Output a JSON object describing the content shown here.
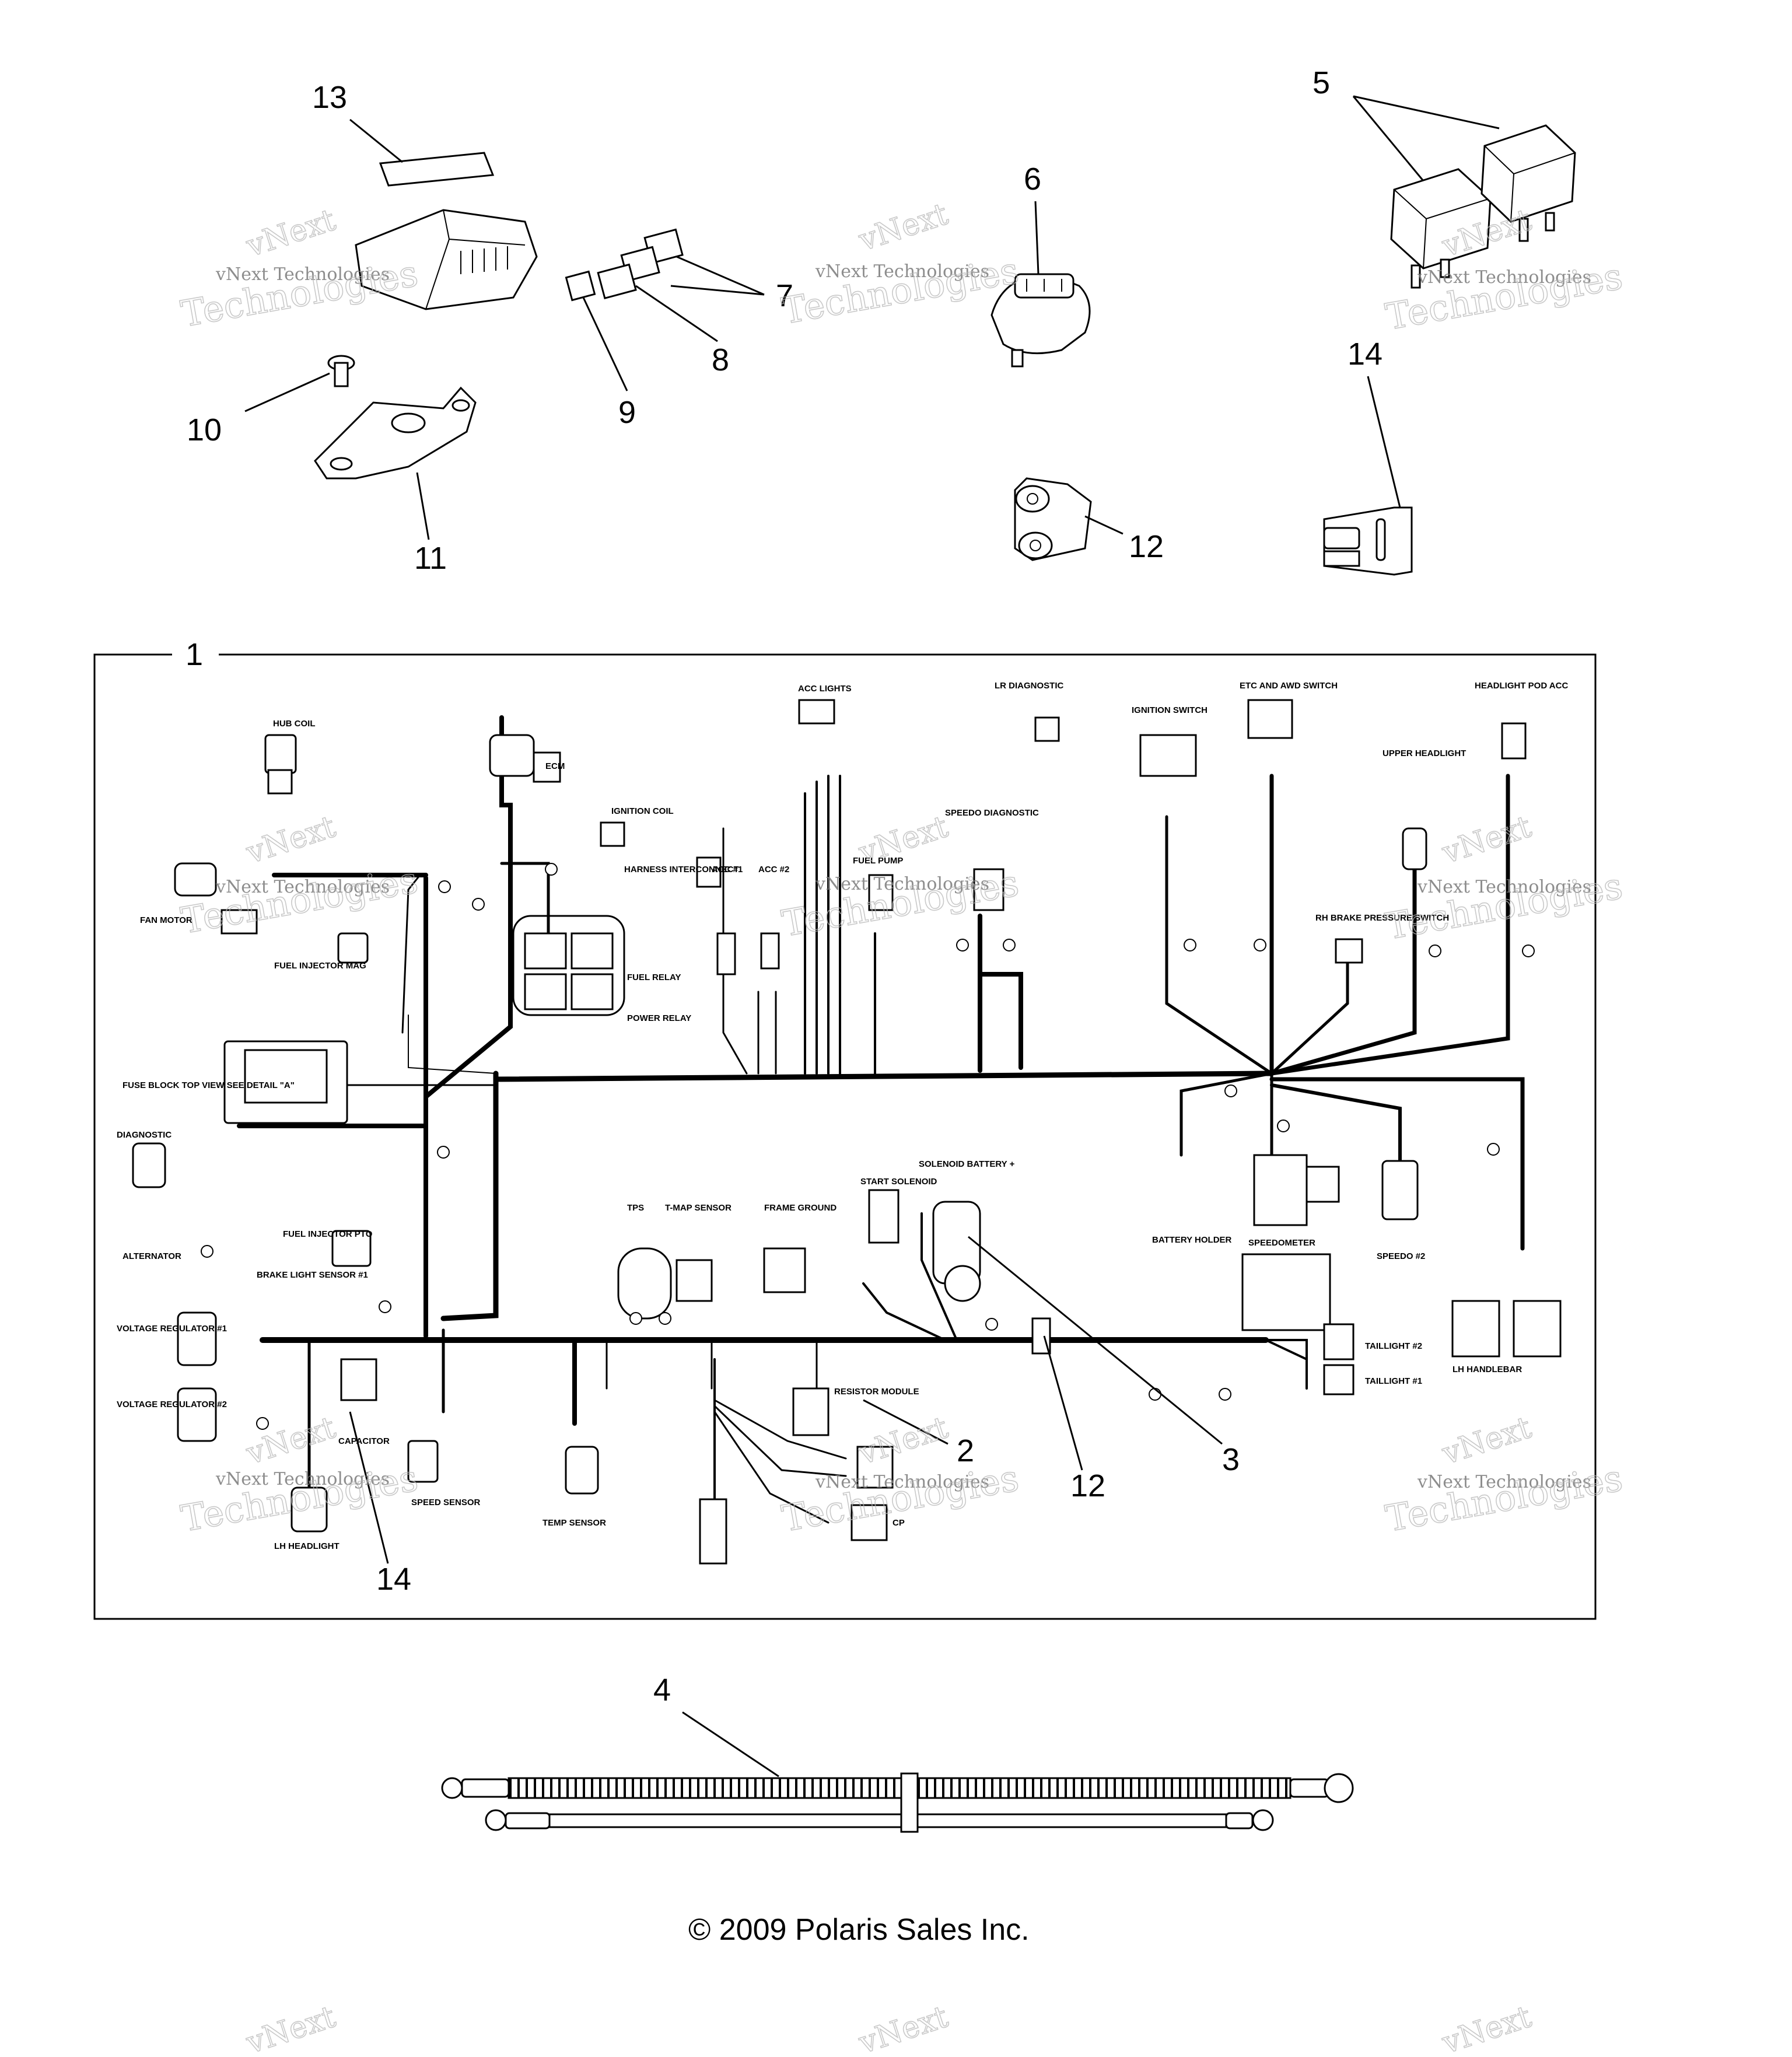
{
  "callouts": {
    "c1": "1",
    "c2": "2",
    "c3": "3",
    "c4": "4",
    "c5": "5",
    "c6": "6",
    "c7": "7",
    "c8": "8",
    "c9": "9",
    "c10": "10",
    "c11": "11",
    "c12a": "12",
    "c12b": "12",
    "c13": "13",
    "c14a": "14",
    "c14b": "14"
  },
  "labels": {
    "hub_coil": "HUB COIL",
    "ecm": "ECM",
    "ignition_coil": "IGNITION COIL",
    "acc_lights": "ACC LIGHTS",
    "lr_diagnostic": "LR DIAGNOSTIC",
    "ignition_switch": "IGNITION SWITCH",
    "etc_and_switch": "ETC AND AWD SWITCH",
    "headlight_pod_acc": "HEADLIGHT POD ACC",
    "upper_headlight": "UPPER HEADLIGHT",
    "speedo_diagnostic": "SPEEDO DIAGNOSTIC",
    "harness_interconnect": "HARNESS INTERCONNECT",
    "acc1": "ACC #1",
    "acc2": "ACC #2",
    "fuel_pump": "FUEL PUMP",
    "fan_motor": "FAN MOTOR",
    "fuel_injector_mag": "FUEL INJECTOR MAG",
    "fuel_relay": "FUEL RELAY",
    "power_relay": "POWER RELAY",
    "rh_brake_pressure_switch": "RH BRAKE PRESSURE SWITCH",
    "fuse_block": "FUSE BLOCK TOP VIEW SEE DETAIL \"A\"",
    "diagnostic": "DIAGNOSTIC",
    "solenoid_battery": "SOLENOID BATTERY +",
    "start_solenoid": "START SOLENOID",
    "tps": "TPS",
    "tmap_sensor": "T-MAP SENSOR",
    "frame_ground": "FRAME GROUND",
    "fuel_injector_pto": "FUEL INJECTOR PTO",
    "alternator": "ALTERNATOR",
    "brake_light_sensor": "BRAKE LIGHT SENSOR #1",
    "battery_holder": "BATTERY HOLDER",
    "speedometer": "SPEEDOMETER",
    "speedo2": "SPEEDO #2",
    "voltage_regulator1": "VOLTAGE REGULATOR #1",
    "voltage_regulator2": "VOLTAGE REGULATOR #2",
    "taillight2": "TAILLIGHT #2",
    "taillight1": "TAILLIGHT #1",
    "lh_handlebar": "LH HANDLEBAR",
    "resistor_module": "RESISTOR MODULE",
    "capacitor": "CAPACITOR",
    "speed_sensor": "SPEED SENSOR",
    "temp_sensor": "TEMP SENSOR",
    "lh_headlight": "LH HEADLIGHT",
    "cp": "CP"
  },
  "watermark": {
    "brand_big": "vNext",
    "brand_line": "vNext Technologies",
    "brand_big2": "Technologies"
  },
  "copyright": "© 2009 Polaris Sales Inc."
}
